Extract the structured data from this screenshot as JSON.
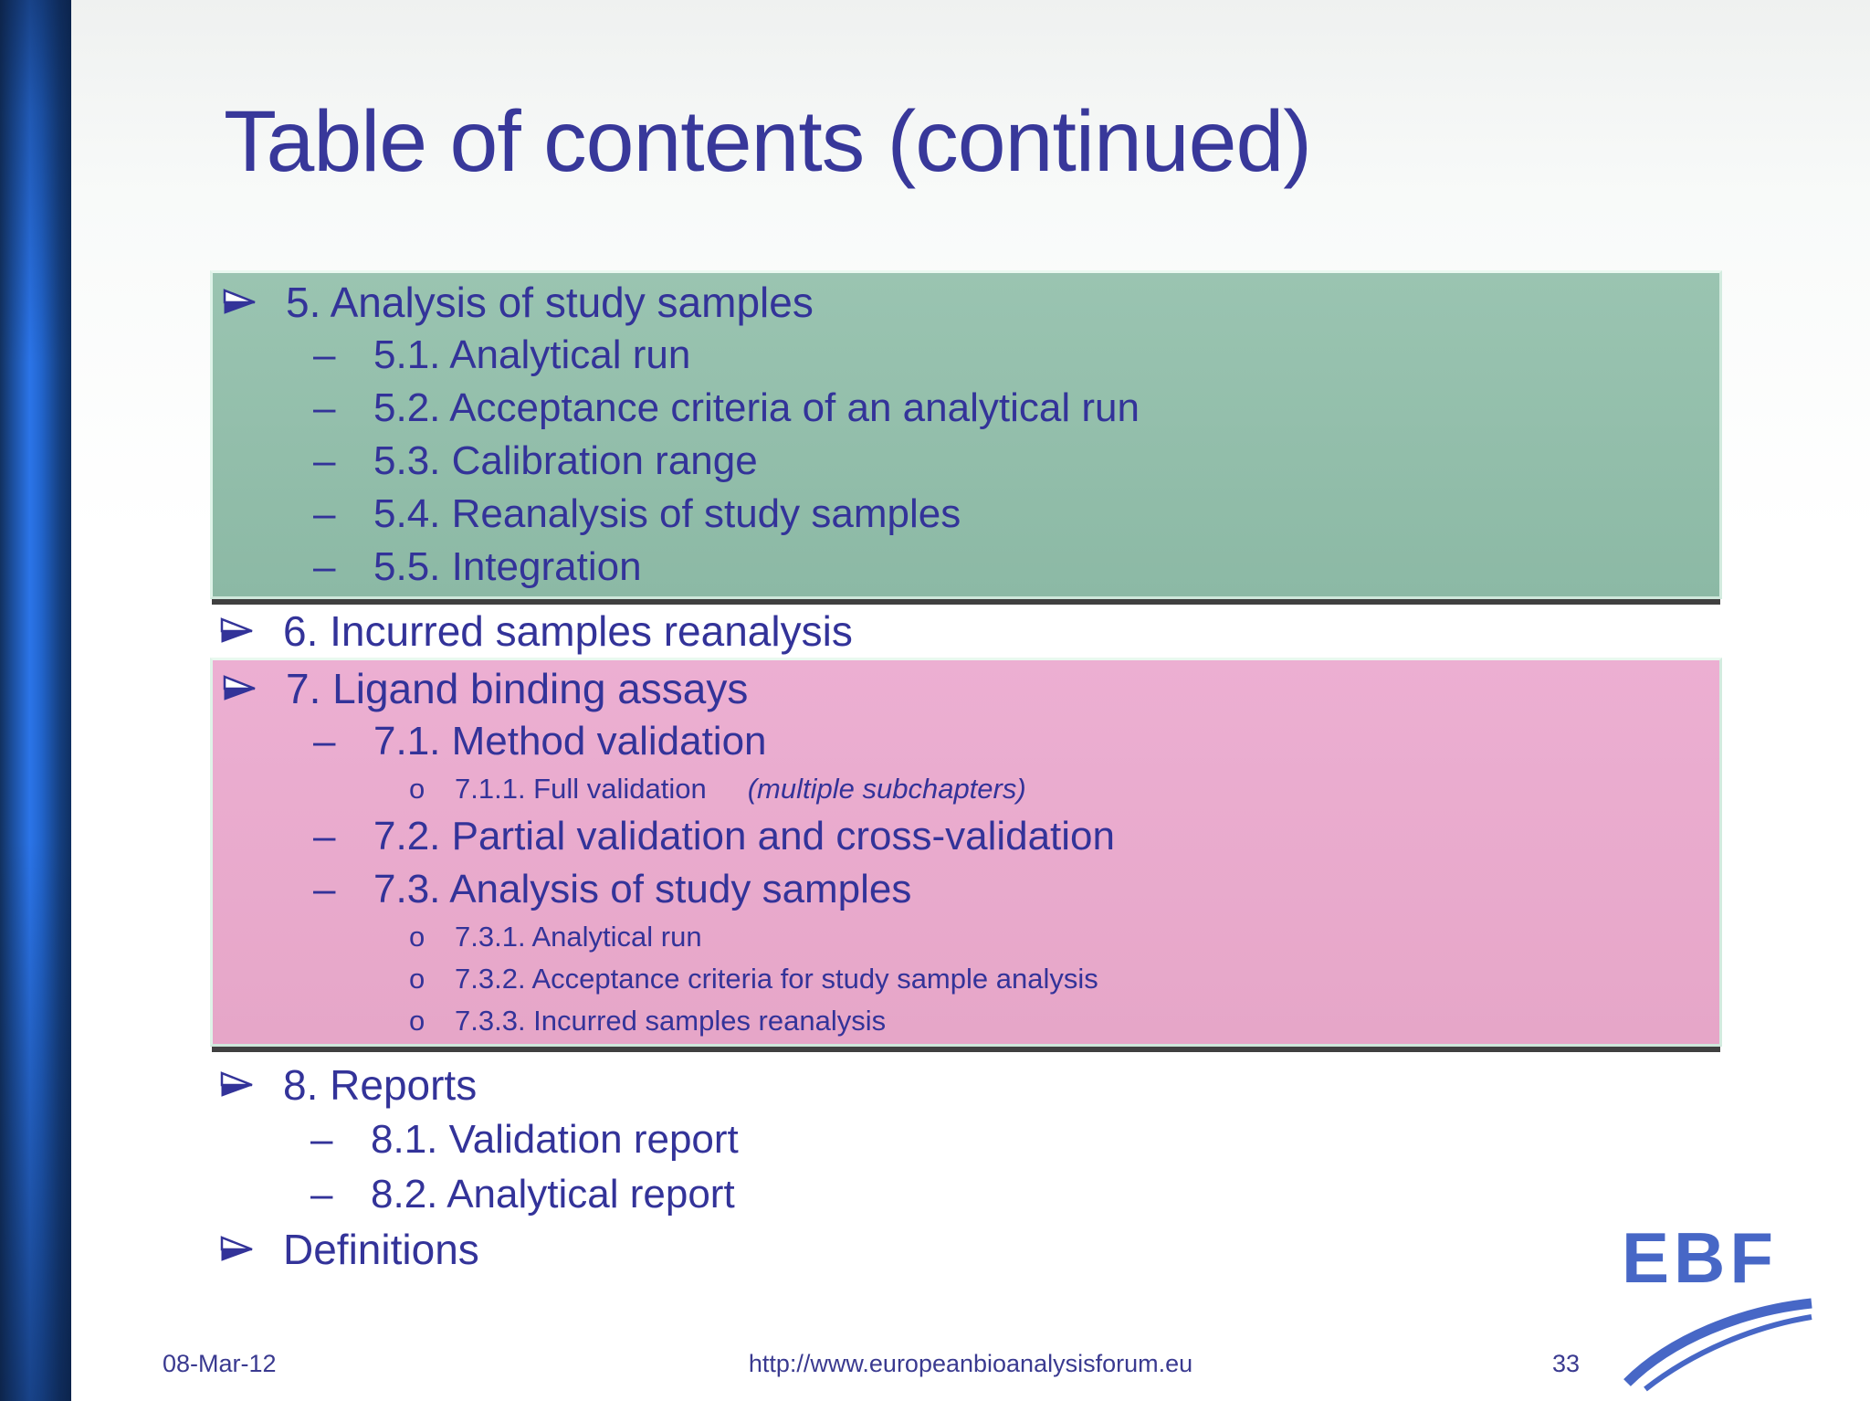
{
  "title": "Table of contents (continued)",
  "colors": {
    "text_blue": "#333399",
    "title_blue": "#38389a",
    "green_box": "#93BEAC",
    "pink_box": "#E9AACD",
    "mint_border": "#D9F0E4",
    "box_shadow": "#404040",
    "sidebar_bright_blue": "#2B74E8",
    "sidebar_dark_navy": "#0F2F61",
    "logo_blue": "#4767C6"
  },
  "toc": {
    "bullets": {
      "dash": "–",
      "circle": "o"
    },
    "green": {
      "items": [
        {
          "level": 1,
          "label": "5. Analysis of study samples"
        },
        {
          "level": 2,
          "label": "5.1. Analytical run"
        },
        {
          "level": 2,
          "label": "5.2. Acceptance criteria of an analytical run"
        },
        {
          "level": 2,
          "label": "5.3. Calibration range"
        },
        {
          "level": 2,
          "label": "5.4. Reanalysis of study samples"
        },
        {
          "level": 2,
          "label": "5.5. Integration"
        }
      ]
    },
    "middle": {
      "items": [
        {
          "level": 1,
          "label": "6. Incurred samples reanalysis"
        }
      ]
    },
    "pink": {
      "items": [
        {
          "level": 1,
          "label": "7. Ligand binding assays"
        },
        {
          "level": 2,
          "label": "7.1. Method validation"
        },
        {
          "level": 3,
          "label": "7.1.1. Full validation",
          "note": "(multiple subchapters)"
        },
        {
          "level": 2,
          "label": "7.2. Partial validation and cross-validation"
        },
        {
          "level": 2,
          "label": "7.3. Analysis of study samples"
        },
        {
          "level": 3,
          "label": "7.3.1. Analytical run"
        },
        {
          "level": 3,
          "label": "7.3.2. Acceptance criteria for study sample analysis"
        },
        {
          "level": 3,
          "label": "7.3.3. Incurred samples reanalysis"
        }
      ]
    },
    "tail": {
      "items": [
        {
          "level": 1,
          "label": "8. Reports"
        },
        {
          "level": 2,
          "label": "8.1. Validation report"
        },
        {
          "level": 2,
          "label": "8.2. Analytical report"
        },
        {
          "level": 1,
          "label": "Definitions"
        }
      ]
    }
  },
  "footer": {
    "date": "08-Mar-12",
    "url": "http://www.europeanbioanalysisforum.eu",
    "page_number": "33"
  },
  "logo": {
    "text": "EBF"
  }
}
